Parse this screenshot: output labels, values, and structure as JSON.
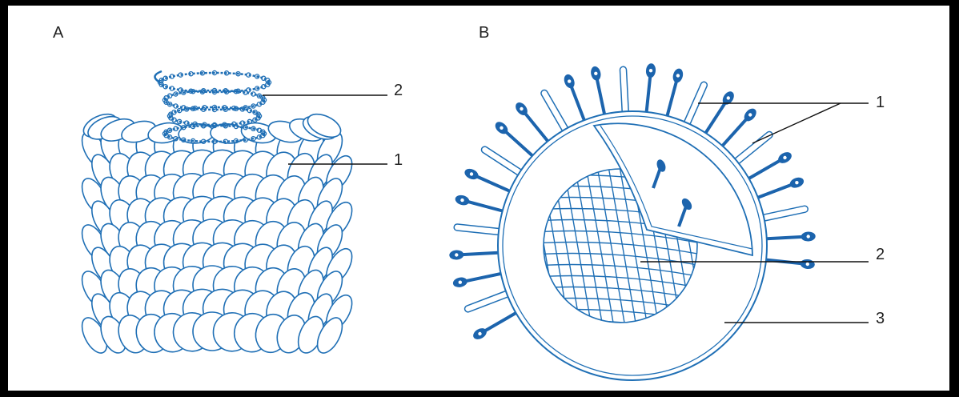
{
  "panels": [
    {
      "letter": "A",
      "callouts": [
        "2",
        "1"
      ]
    },
    {
      "letter": "B",
      "callouts": [
        "1",
        "2",
        "3"
      ]
    }
  ],
  "colors": {
    "ink": "#1f6fb5",
    "fill": "#1c64ad",
    "leader": "#111111",
    "border": "#000000",
    "background": "#ffffff"
  }
}
